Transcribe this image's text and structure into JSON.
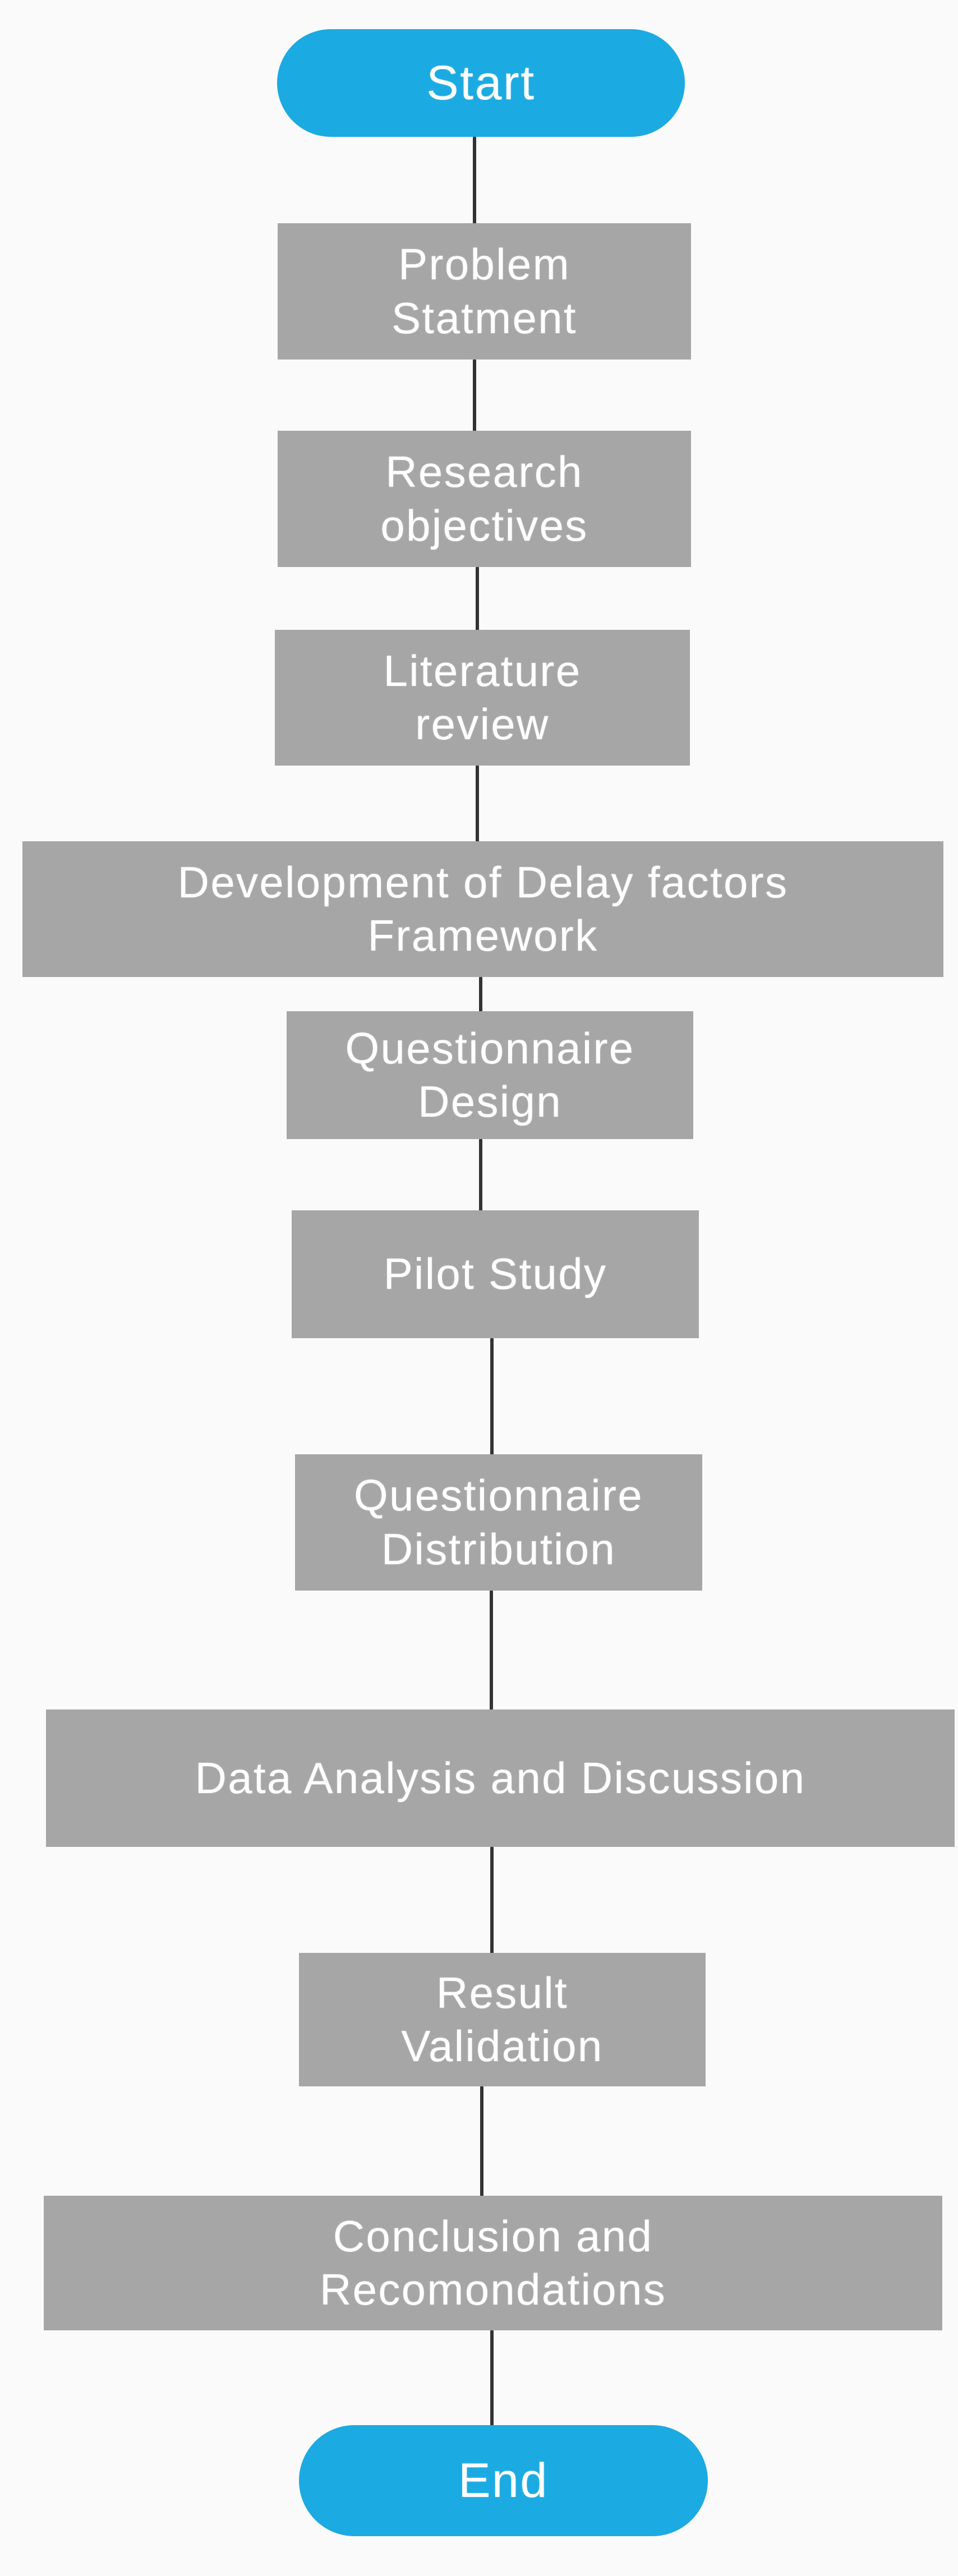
{
  "diagram": {
    "kind": "flowchart",
    "direction": "top-down",
    "background_color": "#FAFAFA",
    "connector_color": "#333333",
    "nodes": [
      {
        "id": "start",
        "type": "terminator",
        "label": "Start",
        "fill": "#1BAAE1",
        "text_color": "#FFFFFF"
      },
      {
        "id": "problem-statment",
        "type": "process",
        "label": "Problem\nStatment",
        "fill": "#A6A6A6",
        "text_color": "#FFFFFF"
      },
      {
        "id": "research-objectives",
        "type": "process",
        "label": "Research\nobjectives",
        "fill": "#A6A6A6",
        "text_color": "#FFFFFF"
      },
      {
        "id": "literature-review",
        "type": "process",
        "label": "Literature\nreview",
        "fill": "#A6A6A6",
        "text_color": "#FFFFFF"
      },
      {
        "id": "development-of-delay-factors-framework",
        "type": "process",
        "label": "Development of Delay factors\nFramework",
        "fill": "#A6A6A6",
        "text_color": "#FFFFFF"
      },
      {
        "id": "questionnaire-design",
        "type": "process",
        "label": "Questionnaire\nDesign",
        "fill": "#A6A6A6",
        "text_color": "#FFFFFF"
      },
      {
        "id": "pilot-study",
        "type": "process",
        "label": "Pilot Study",
        "fill": "#A6A6A6",
        "text_color": "#FFFFFF"
      },
      {
        "id": "questionnaire-distribution",
        "type": "process",
        "label": "Questionnaire\nDistribution",
        "fill": "#A6A6A6",
        "text_color": "#FFFFFF"
      },
      {
        "id": "data-analysis-and-discussion",
        "type": "process",
        "label": "Data Analysis and Discussion",
        "fill": "#A6A6A6",
        "text_color": "#FFFFFF"
      },
      {
        "id": "result-validation",
        "type": "process",
        "label": "Result\nValidation",
        "fill": "#A6A6A6",
        "text_color": "#FFFFFF"
      },
      {
        "id": "conclusion-and-recomondations",
        "type": "process",
        "label": "Conclusion and\nRecomondations",
        "fill": "#A6A6A6",
        "text_color": "#FFFFFF"
      },
      {
        "id": "end",
        "type": "terminator",
        "label": "End",
        "fill": "#1BAAE1",
        "text_color": "#FFFFFF"
      }
    ],
    "edges": [
      {
        "from": "start",
        "to": "problem-statment"
      },
      {
        "from": "problem-statment",
        "to": "research-objectives"
      },
      {
        "from": "research-objectives",
        "to": "literature-review"
      },
      {
        "from": "literature-review",
        "to": "development-of-delay-factors-framework"
      },
      {
        "from": "development-of-delay-factors-framework",
        "to": "questionnaire-design"
      },
      {
        "from": "questionnaire-design",
        "to": "pilot-study"
      },
      {
        "from": "pilot-study",
        "to": "questionnaire-distribution"
      },
      {
        "from": "questionnaire-distribution",
        "to": "data-analysis-and-discussion"
      },
      {
        "from": "data-analysis-and-discussion",
        "to": "result-validation"
      },
      {
        "from": "result-validation",
        "to": "conclusion-and-recomondations"
      },
      {
        "from": "conclusion-and-recomondations",
        "to": "end"
      }
    ]
  }
}
